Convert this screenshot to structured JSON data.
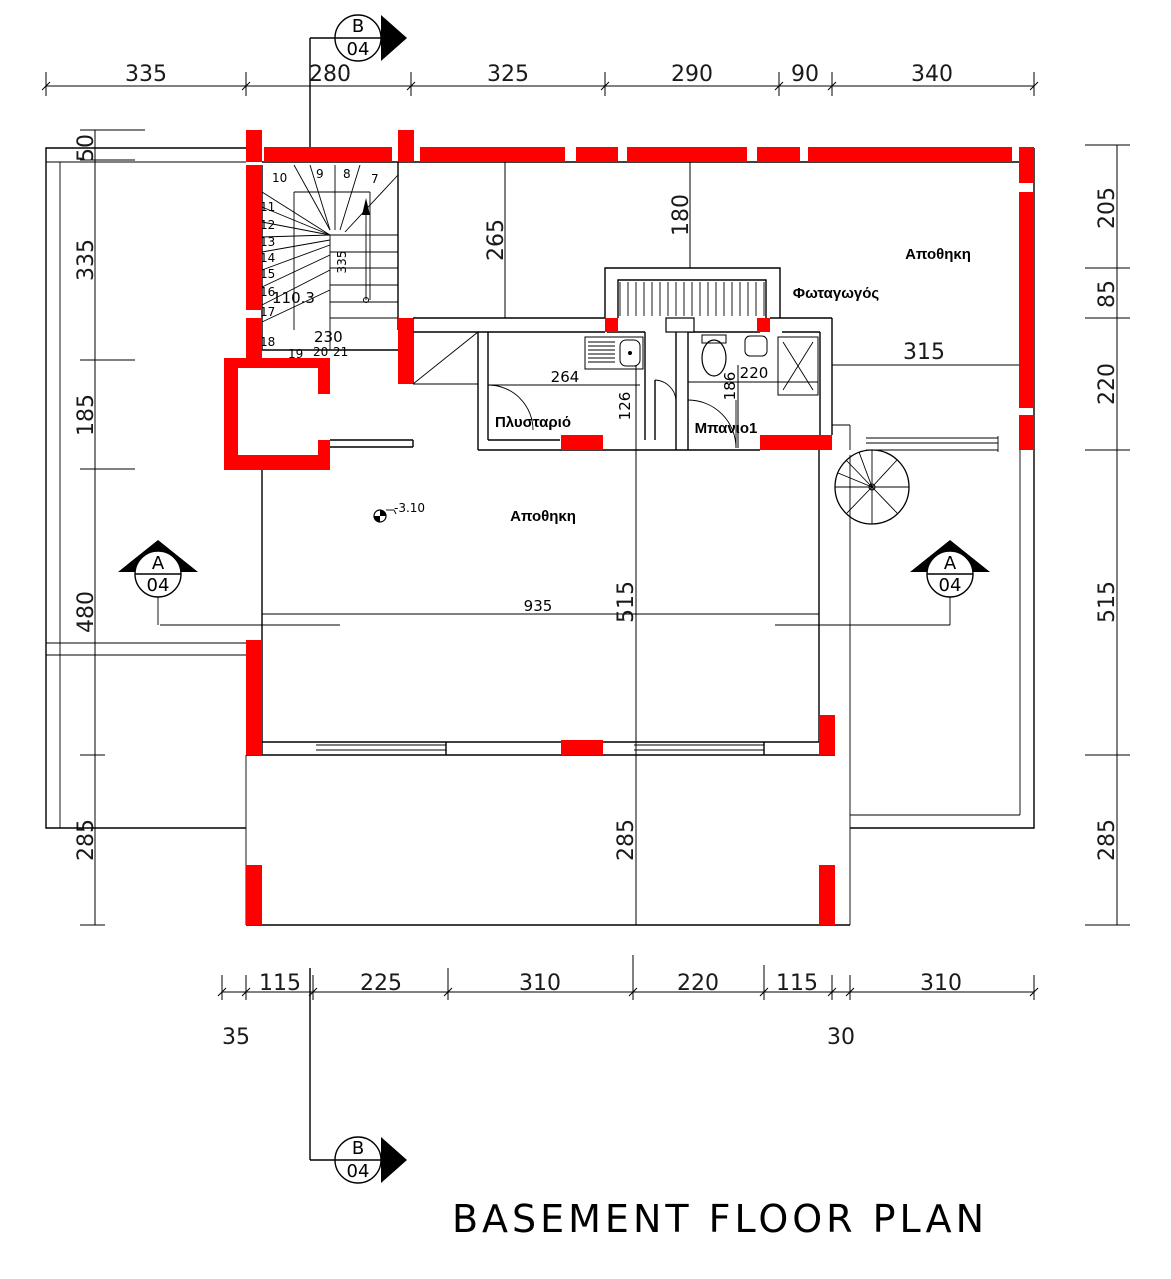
{
  "title": "BASEMENT FLOOR PLAN",
  "top_dims": [
    "335",
    "280",
    "325",
    "290",
    "90",
    "340"
  ],
  "bottom_dims": [
    "115",
    "225",
    "310",
    "220",
    "115",
    "310"
  ],
  "bottom_sub_dims": [
    "35",
    "30"
  ],
  "left_dims": [
    "50",
    "335",
    "185",
    "480",
    "285"
  ],
  "right_dims": [
    "205",
    "85",
    "220",
    "515",
    "285"
  ],
  "inner_dims": {
    "d265": "265",
    "d180": "180",
    "d315": "315",
    "d264": "264",
    "d126": "126",
    "d186": "186",
    "d220": "220",
    "d935": "935",
    "d515": "515",
    "d285": "285",
    "d335s": "335",
    "d110": "110.3",
    "d230": "230"
  },
  "stair_numbers": [
    "10",
    "9",
    "8",
    "7",
    "11",
    "12",
    "13",
    "14",
    "15",
    "16",
    "17",
    "18",
    "19",
    "20",
    "21"
  ],
  "rooms": {
    "storage_top": "Αποθηκη",
    "lightwell": "Φωταγωγός",
    "laundry": "Πλυσταριό",
    "bathroom": "Μπανιο1",
    "storage_main": "Αποθηκη"
  },
  "level": "-3.10",
  "markers": {
    "b_top": {
      "letter": "B",
      "sheet": "04"
    },
    "b_bottom": {
      "letter": "B",
      "sheet": "04"
    },
    "a_left": {
      "letter": "A",
      "sheet": "04"
    },
    "a_right": {
      "letter": "A",
      "sheet": "04"
    }
  },
  "colors": {
    "wall": "#ff0000",
    "line": "#000000"
  }
}
